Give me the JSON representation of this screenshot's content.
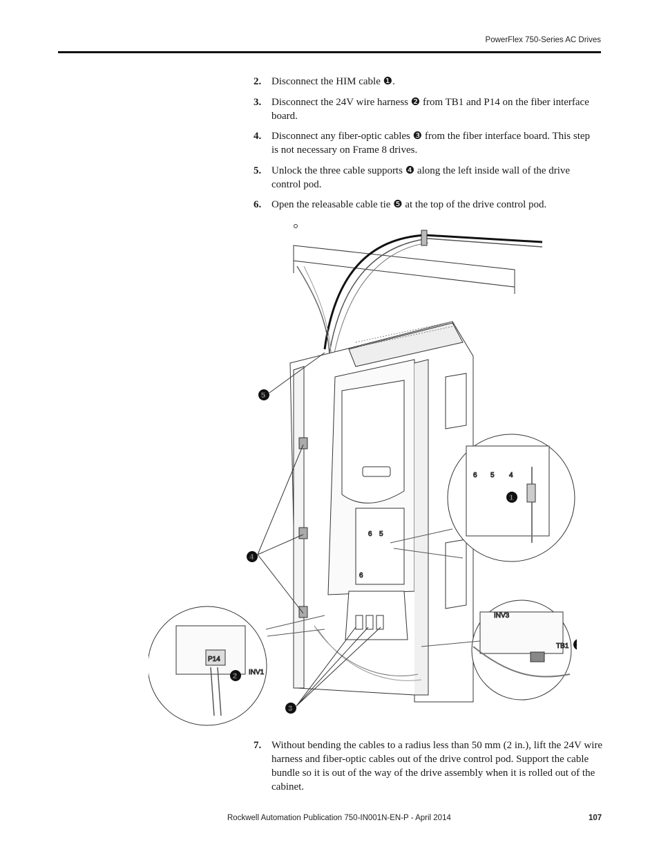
{
  "header": {
    "title": "PowerFlex 750-Series AC Drives"
  },
  "steps": [
    {
      "num": "2.",
      "before": "Disconnect the HIM cable",
      "marker": "❶",
      "after": "."
    },
    {
      "num": "3.",
      "before": "Disconnect the 24V wire harness",
      "marker": "❷",
      "after": "from TB1 and P14 on the fiber interface board."
    },
    {
      "num": "4.",
      "before": "Disconnect any fiber-optic cables",
      "marker": "❸",
      "after": "from the fiber interface board. This step is not necessary on Frame 8 drives."
    },
    {
      "num": "5.",
      "before": "Unlock the three cable supports",
      "marker": "❹",
      "after": "along the left inside wall of the drive control pod."
    },
    {
      "num": "6.",
      "before": "Open the releasable cable tie",
      "marker": "❺",
      "after": "at the top of the drive control pod."
    }
  ],
  "step7": {
    "num": "7.",
    "text": "Without bending the cables to a radius less than 50 mm (2 in.), lift the 24V wire harness and fiber-optic cables out of the drive control pod. Support the cable bundle so it is out of the way of the drive assembly when it is rolled out of the cabinet."
  },
  "figure": {
    "callouts": {
      "c1": "1",
      "c2": "2",
      "c3": "3",
      "c4": "4",
      "c5": "5"
    },
    "labels": {
      "p14": "P14",
      "tb1": "TB1",
      "inv1": "INV1",
      "inv3": "INV3"
    }
  },
  "footer": {
    "publication": "Rockwell Automation Publication 750-IN001N-EN-P - April 2014",
    "page": "107"
  }
}
